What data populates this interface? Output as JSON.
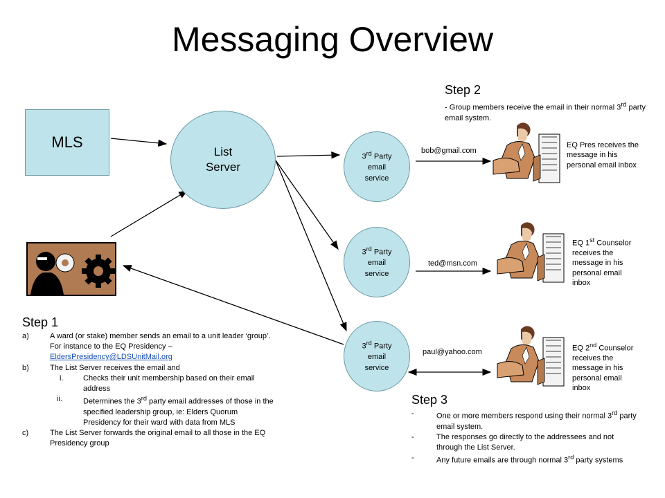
{
  "title": "Messaging Overview",
  "mls_label": "MLS",
  "list_server": {
    "line1": "List",
    "line2": "Server"
  },
  "services": [
    {
      "line1": "3",
      "sup": "rd",
      "line1b": " Party",
      "line2": "email",
      "line3": "service"
    },
    {
      "line1": "3",
      "sup": "rd",
      "line1b": " Party",
      "line2": "email",
      "line3": "service"
    },
    {
      "line1": "3",
      "sup": "rd",
      "line1b": " Party",
      "line2": "email",
      "line3": "service"
    }
  ],
  "emails": [
    "bob@gmail.com",
    "ted@msn.com",
    "paul@yahoo.com"
  ],
  "recipients": [
    {
      "pre": "EQ Pres receives the message in his personal email inbox",
      "sup": "",
      "post": ""
    },
    {
      "pre": "EQ 1",
      "sup": "st",
      "post": " Counselor receives the message in his personal email inbox"
    },
    {
      "pre": "EQ 2",
      "sup": "nd",
      "post": " Counselor receives the message in his personal email inbox"
    }
  ],
  "step2": {
    "heading": "Step 2",
    "text_pre": "- Group members receive the email in their normal 3",
    "text_sup": "rd",
    "text_post": " party email system."
  },
  "step1": {
    "heading": "Step 1",
    "a_mark": "a)",
    "a_text": "A ward (or stake) member sends an email to a unit leader ‘group’.   For instance to the EQ Presidency –",
    "a_link": "EldersPresidency@LDSUnitMail.org",
    "b_mark": "b)",
    "b_text": "The List Server receives the email and",
    "bi_mark": "i.",
    "bi_text": "Checks their unit membership based on their email address",
    "bii_mark": "ii.",
    "bii_pre": "Determines the 3",
    "bii_sup": "rd",
    "bii_post": " party email addresses of those in the specified leadership group, ie: Elders Quorum Presidency for their ward with data from MLS",
    "c_mark": "c)",
    "c_text": "The List Server forwards the original email to all those in the EQ Presidency group"
  },
  "step3": {
    "heading": "Step 3",
    "items": [
      {
        "pre": "One or more members respond using their normal 3",
        "sup": "rd",
        "post": " party email system."
      },
      {
        "pre": "The responses go directly to the addressees and not through the List Server.",
        "sup": "",
        "post": ""
      },
      {
        "pre": "Any future emails are through normal 3",
        "sup": "rd",
        "post": " party systems"
      }
    ],
    "bullet": "-"
  },
  "colors": {
    "node_fill": "#bfe3ea",
    "node_border": "#6b9aa5",
    "link": "#1a4fb4",
    "icon_bg": "#b07a52"
  },
  "icons": [
    "businessman-at-desk-icon",
    "person-with-gears-icon"
  ]
}
